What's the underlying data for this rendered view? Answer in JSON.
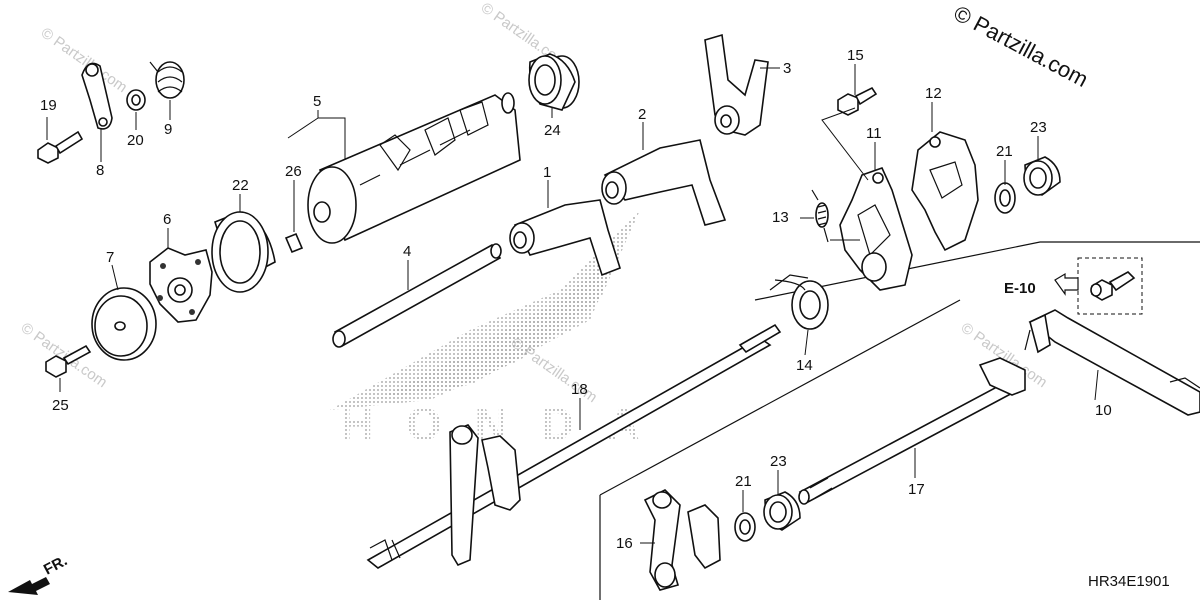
{
  "watermark": {
    "copyright": "© Partzilla.com",
    "tile": "© Partzilla.com"
  },
  "diagram_code": "HR34E1901",
  "front_marker": "FR.",
  "reference": "E-10",
  "brand_mark": "HONDA",
  "callouts": {
    "c1": "1",
    "c2": "2",
    "c3": "3",
    "c4": "4",
    "c5": "5",
    "c6": "6",
    "c7": "7",
    "c8": "8",
    "c9": "9",
    "c10": "10",
    "c11": "11",
    "c12": "12",
    "c13": "13",
    "c14": "14",
    "c15": "15",
    "c16": "16",
    "c17": "17",
    "c18": "18",
    "c19": "19",
    "c20": "20",
    "c21a": "21",
    "c21b": "21",
    "c22": "22",
    "c23a": "23",
    "c23b": "23",
    "c24": "24",
    "c25": "25",
    "c26": "26"
  }
}
